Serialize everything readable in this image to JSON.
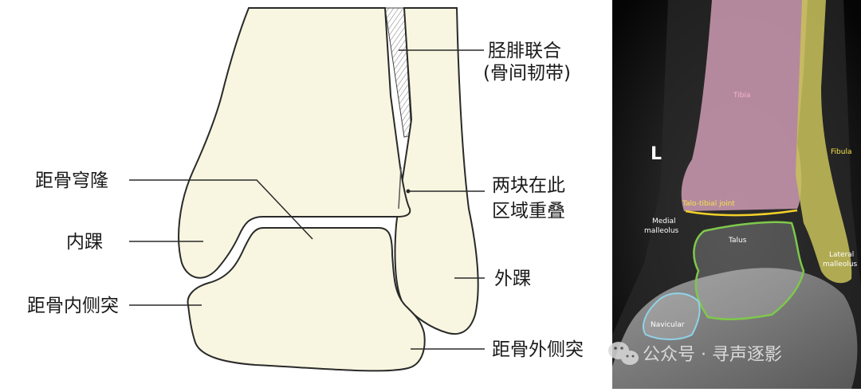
{
  "diagram": {
    "labels": {
      "syndesmosis": "胫腓联合",
      "interosseous_ligament": "(骨间韧带)",
      "talar_dome": "距骨穹隆",
      "overlap_line1": "两块在此",
      "overlap_line2": "区域重叠",
      "medial_malleolus": "内踝",
      "lateral_malleolus": "外踝",
      "medial_process": "距骨内侧突",
      "lateral_process": "距骨外侧突"
    }
  },
  "xray": {
    "side_marker": "L",
    "tibia": "Tibia",
    "fibula": "Fibula",
    "talo_tibial_joint": "Talo-tibial joint",
    "medial_malleolus_line1": "Medial",
    "medial_malleolus_line2": "malleolus",
    "talus": "Talus",
    "lateral_malleolus_line1": "Lateral",
    "lateral_malleolus_line2": "malleolus",
    "navicular": "Navicular"
  },
  "watermark": "公众号 · 寻声逐影",
  "colors": {
    "bone_fill": "#f8f6e0",
    "bone_stroke": "#2a2a2a",
    "tibia_overlay": "#d9a3bb",
    "fibula_overlay": "#c9c25a",
    "joint_line": "#f2d22a",
    "talus_outline": "#7ec84b",
    "navicular_outline": "#8fd3e8"
  }
}
